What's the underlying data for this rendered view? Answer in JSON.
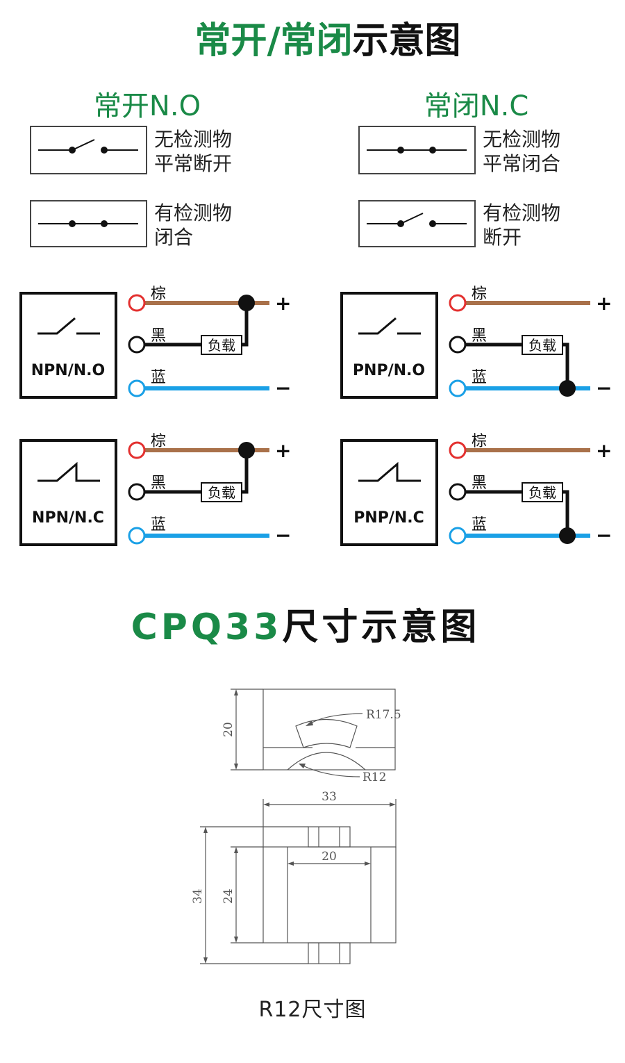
{
  "colors": {
    "green": "#1a8a47",
    "black": "#111111",
    "brown": "#a9714a",
    "blue": "#1aa0e6",
    "red": "#e3302f",
    "drawing": "#555555"
  },
  "title": {
    "green_part": "常开/常闭",
    "black_part": "示意图"
  },
  "no_section": {
    "heading": "常开N.O",
    "state1": {
      "line1": "无检测物",
      "line2": "平常断开"
    },
    "state2": {
      "line1": "有检测物",
      "line2": "闭合"
    }
  },
  "nc_section": {
    "heading": "常闭N.C",
    "state1": {
      "line1": "无检测物",
      "line2": "平常闭合"
    },
    "state2": {
      "line1": "有检测物",
      "line2": "断开"
    }
  },
  "wiring": {
    "brown_label": "棕",
    "black_label": "黑",
    "blue_label": "蓝",
    "load_label": "负载",
    "plus": "+",
    "minus": "−",
    "diagrams": [
      {
        "name": "NPN/N.O"
      },
      {
        "name": "PNP/N.O"
      },
      {
        "name": "NPN/N.C"
      },
      {
        "name": "PNP/N.C"
      }
    ]
  },
  "dimension_title": {
    "green_part": "CPQ33",
    "black_part": "尺寸示意图"
  },
  "dimensions": {
    "height_20": "20",
    "r_outer": "R17.5",
    "r_inner": "R12",
    "width_33": "33",
    "inner_20": "20",
    "height_34": "34",
    "height_24": "24"
  },
  "caption": "R12尺寸图"
}
